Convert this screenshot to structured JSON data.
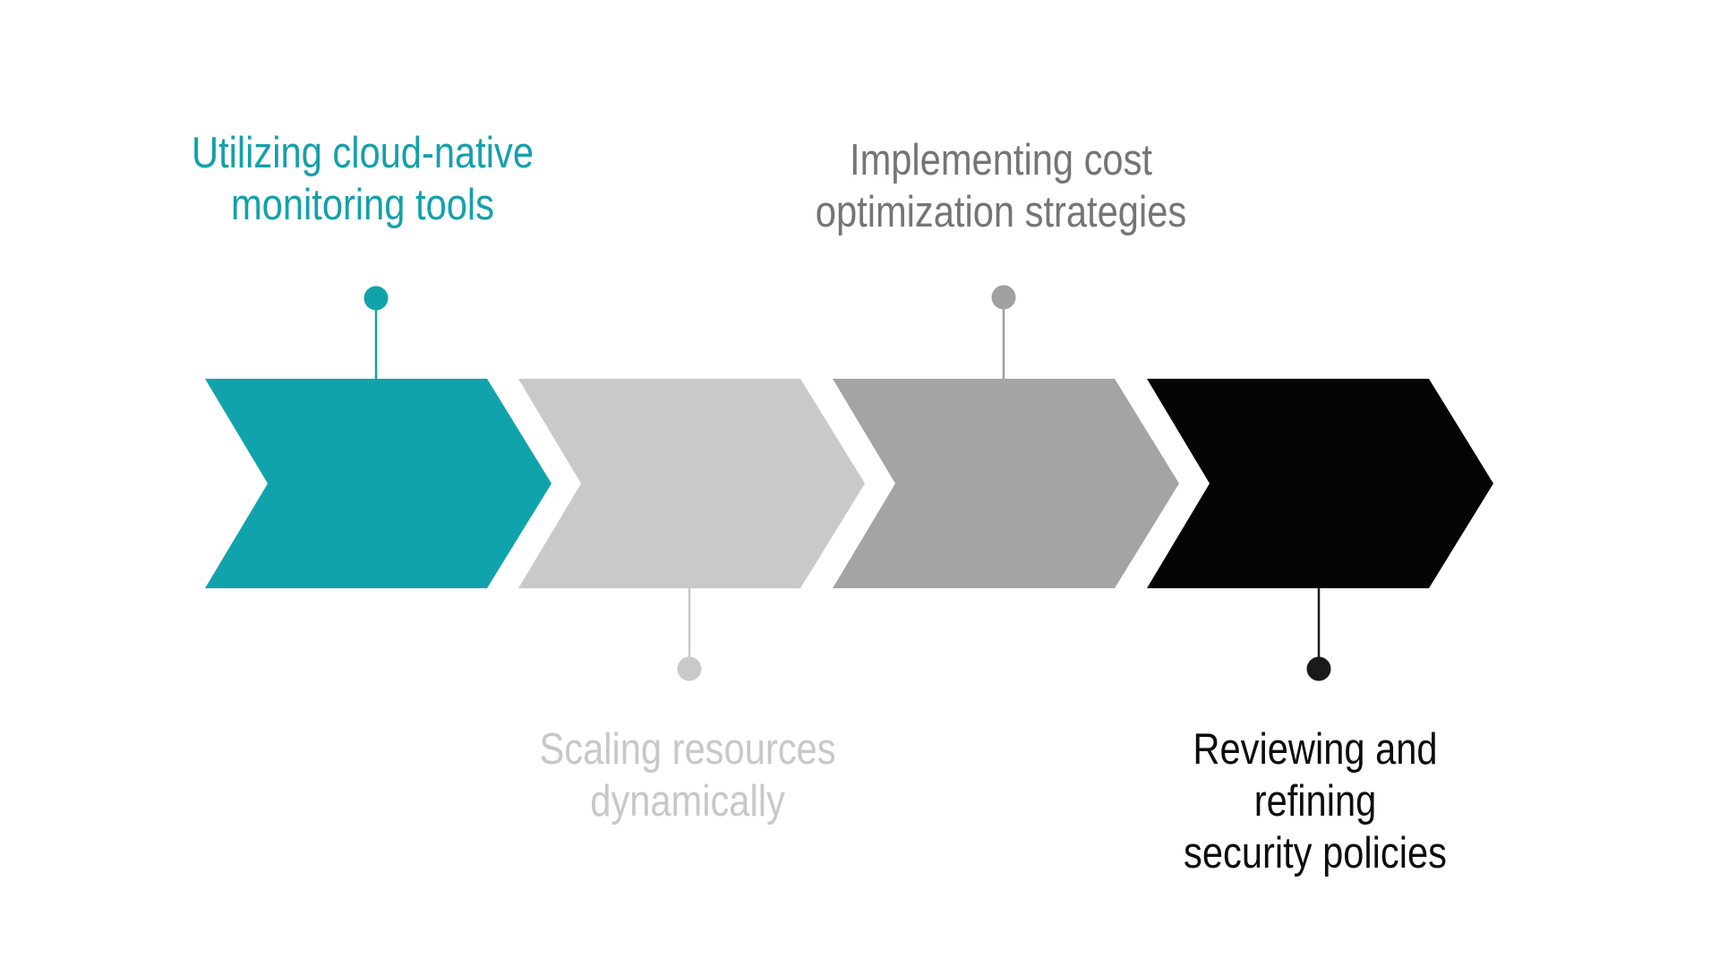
{
  "diagram": {
    "type": "process-chevron-arrows",
    "background_color": "#ffffff",
    "steps": [
      {
        "index": 1,
        "label": "Utilizing cloud-native\nmonitoring tools",
        "label_position": "above",
        "color": "#11A3AB",
        "label_color": "#14A0AB",
        "connector_color": "#11A3AB"
      },
      {
        "index": 2,
        "label": "Scaling resources\ndynamically",
        "label_position": "below",
        "color": "#C9C9C9",
        "label_color": "#C8C8C8",
        "connector_color": "#C9C9C9"
      },
      {
        "index": 3,
        "label": "Implementing cost\noptimization strategies",
        "label_position": "above",
        "color": "#A4A4A4",
        "label_color": "#757575",
        "connector_color": "#A0A0A0"
      },
      {
        "index": 4,
        "label": "Reviewing and refining\nsecurity policies",
        "label_position": "below",
        "color": "#050505",
        "label_color": "#0D0D0D",
        "connector_color": "#1A1A1A"
      }
    ]
  }
}
